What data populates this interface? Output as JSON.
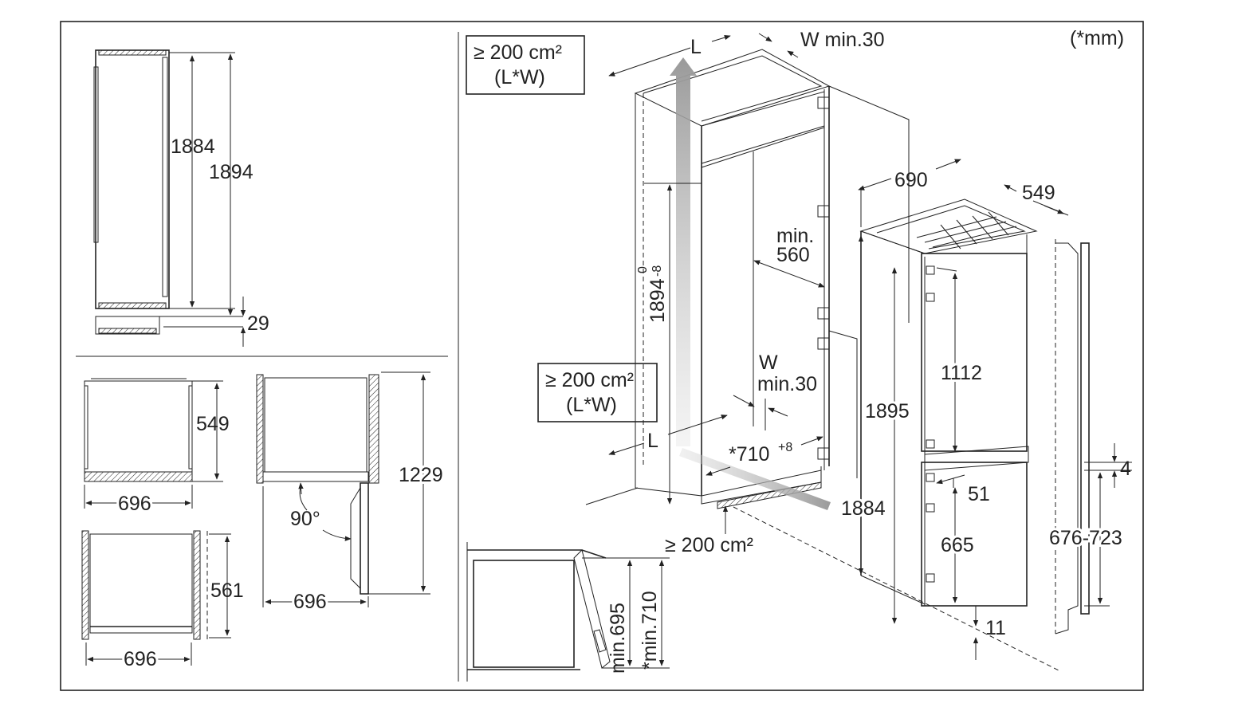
{
  "units_note": "(*mm)",
  "ventilation": {
    "top_area": "≥ 200 cm²",
    "top_formula": "(L*W)",
    "bottom_area": "≥ 200 cm²",
    "bottom_formula": "(L*W)",
    "floor_area": "≥ 200 cm²",
    "L": "L",
    "W_top": "W min.30",
    "W_bottom_letter": "W",
    "W_bottom_min": "min.30"
  },
  "side_view": {
    "h1884": "1884",
    "h1894": "1894",
    "gap29": "29"
  },
  "plan_views": {
    "depth549": "549",
    "width696_a": "696",
    "depth561": "561",
    "width696_b": "696",
    "door_depth1229": "1229",
    "angle90": "90°",
    "width696_c": "696"
  },
  "niche": {
    "height": "1894",
    "tolerance_plus": "0",
    "tolerance_minus": "-8",
    "min_depth_label": "min.",
    "min_depth_value": "560",
    "niche_width": "*710",
    "niche_width_plus": "+8"
  },
  "appliance": {
    "width690": "690",
    "depth549": "549",
    "h1895": "1895",
    "h1884": "1884",
    "h1112": "1112",
    "d51": "51",
    "h665": "665",
    "d11": "11"
  },
  "door_panel": {
    "d4": "4",
    "range": "676-723"
  },
  "detail": {
    "min695": "min.695",
    "min710": "*min.710"
  }
}
